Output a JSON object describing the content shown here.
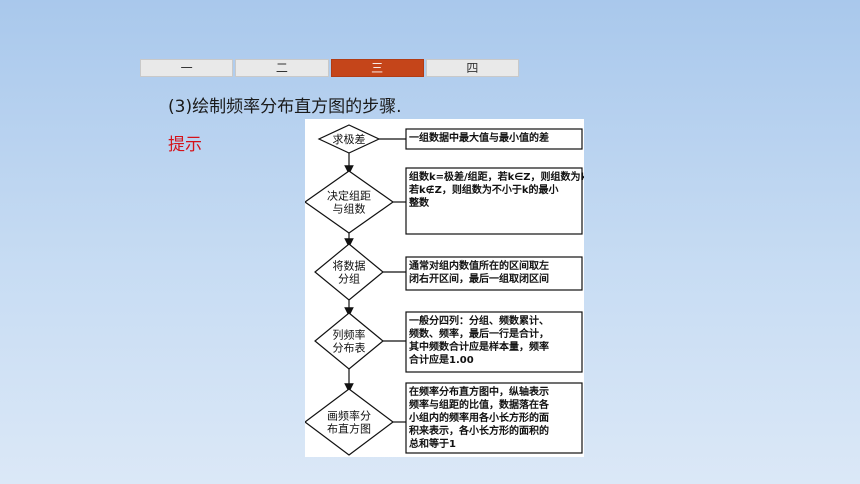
{
  "tabs": [
    {
      "label": "一",
      "active": false
    },
    {
      "label": "二",
      "active": false
    },
    {
      "label": "三",
      "active": true
    },
    {
      "label": "四",
      "active": false
    }
  ],
  "step_title": "(3)绘制频率分布直方图的步骤.",
  "hint_label": "提示",
  "flowchart": {
    "steps": [
      {
        "name": [
          "求极差"
        ],
        "desc": [
          "一组数据中最大值与最小值的差"
        ]
      },
      {
        "name": [
          "决定组距",
          "与组数"
        ],
        "desc": [
          "组数k=极差/组距，若k∈Z，则组数为k;",
          "若k∉Z，则组数为不小于k的最小",
          "整数"
        ]
      },
      {
        "name": [
          "将数据",
          "分组"
        ],
        "desc": [
          "通常对组内数值所在的区间取左",
          "闭右开区间，最后一组取闭区间"
        ]
      },
      {
        "name": [
          "列频率",
          "分布表"
        ],
        "desc": [
          "一般分四列：分组、频数累计、",
          "频数、频率，最后一行是合计，",
          "其中频数合计应是样本量，频率",
          "合计应是1.00"
        ]
      },
      {
        "name": [
          "画频率分",
          "布直方图"
        ],
        "desc": [
          "在频率分布直方图中，纵轴表示",
          "频率与组距的比值，数据落在各",
          "小组内的频率用各小长方形的面",
          "积来表示，各小长方形的面积的",
          "总和等于1"
        ]
      }
    ]
  },
  "colors": {
    "accent": "#c5451a",
    "hint": "#d5121a"
  }
}
